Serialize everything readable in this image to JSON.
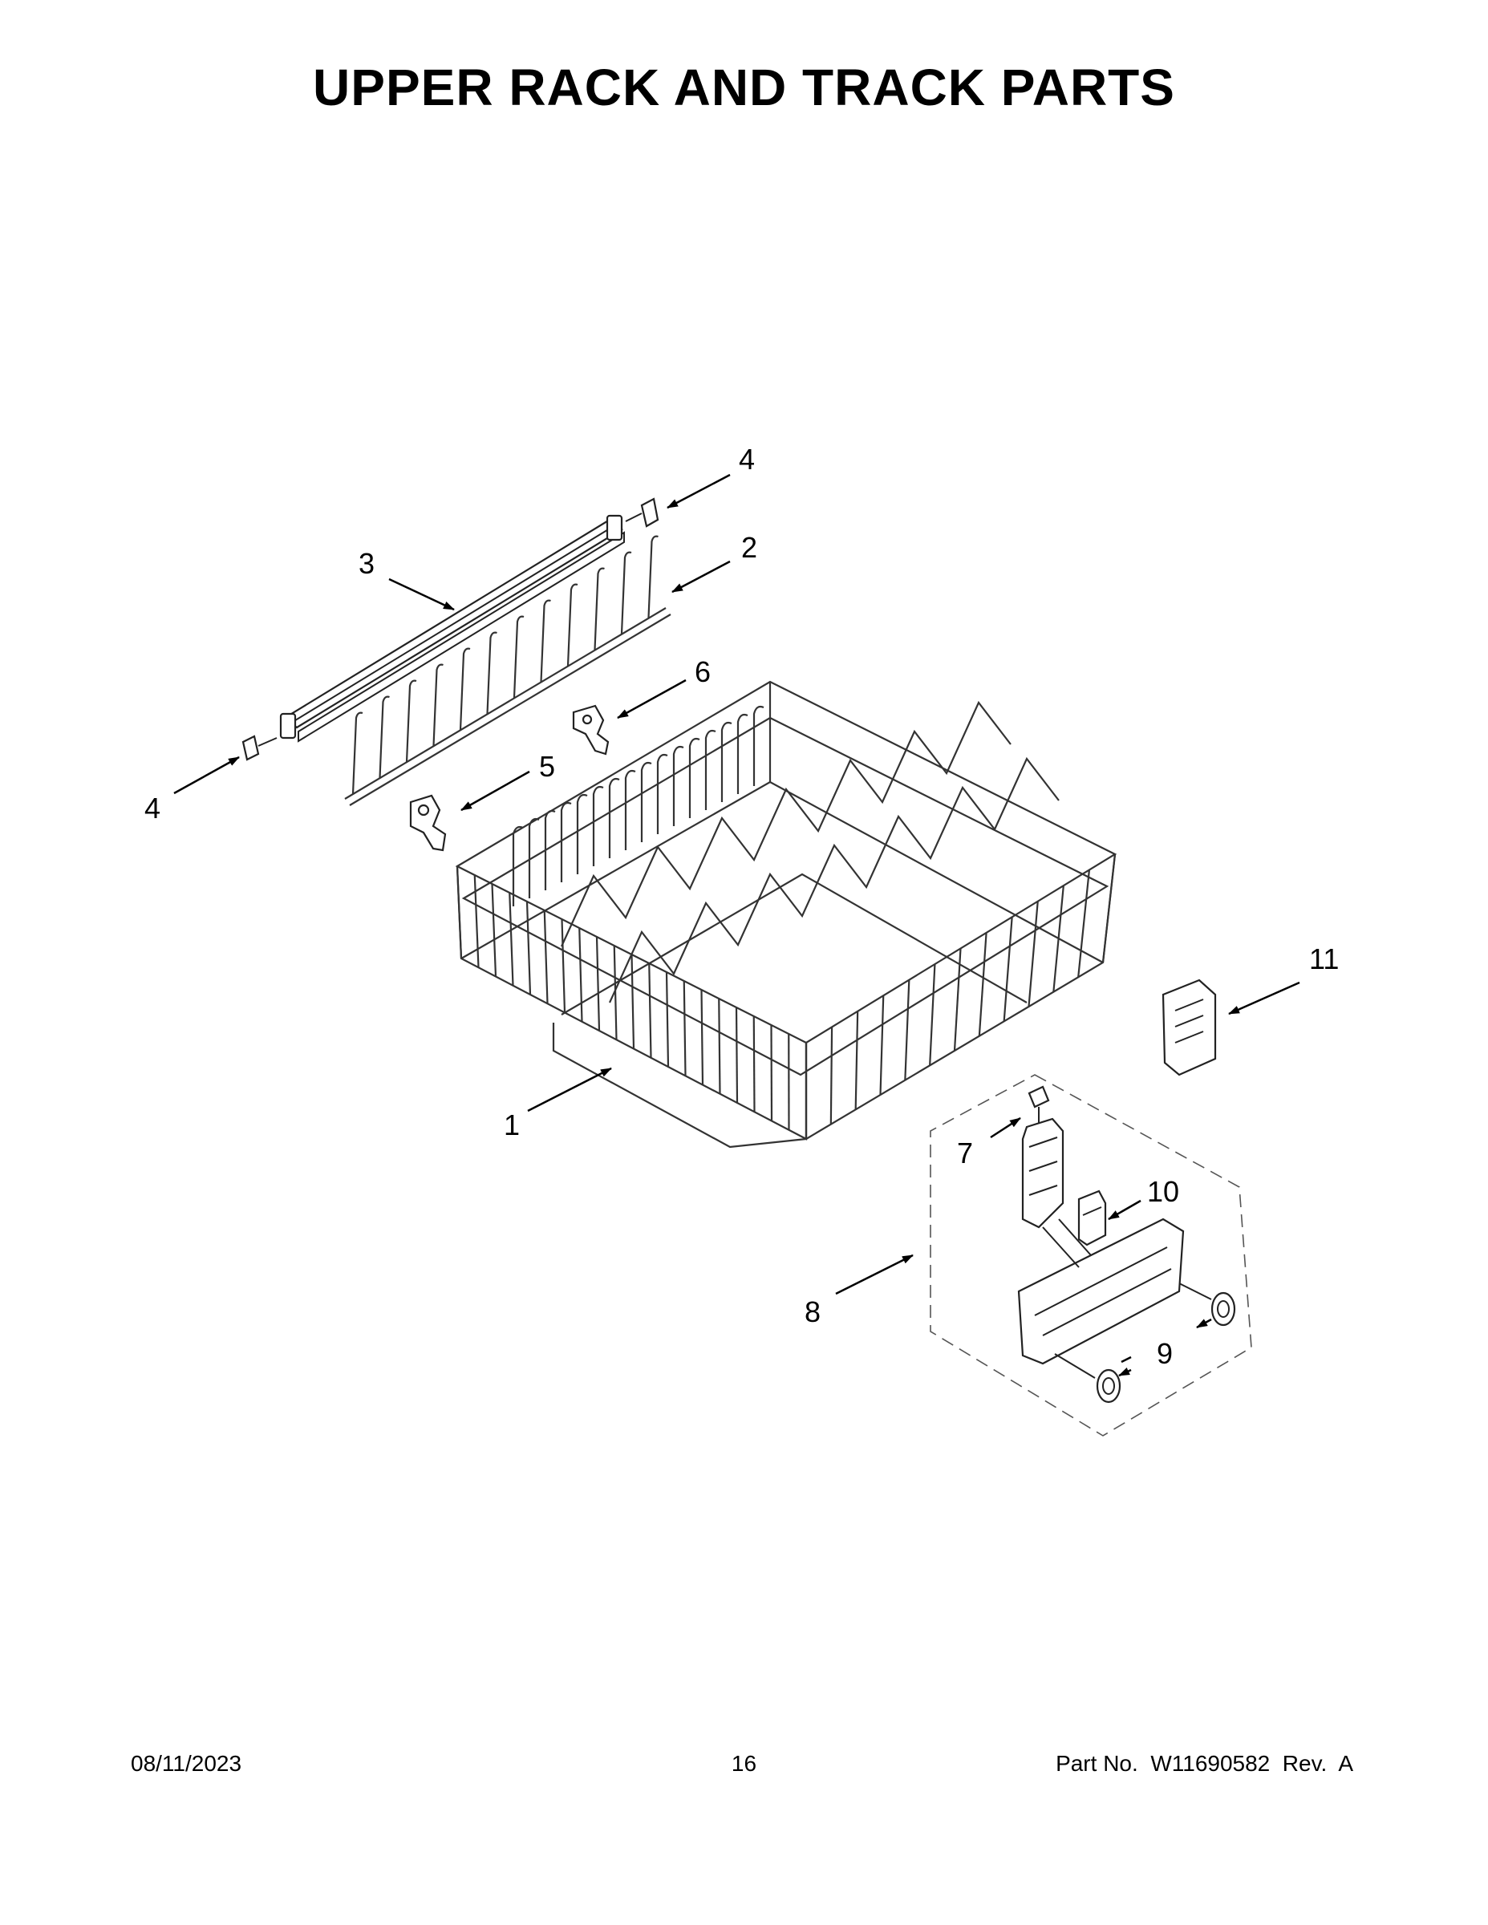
{
  "page": {
    "title": "UPPER RACK AND TRACK PARTS",
    "footer": {
      "date": "08/11/2023",
      "page_number": "16",
      "part_number": "Part No.  W11690582  Rev.  A"
    }
  },
  "callouts": [
    "1",
    "2",
    "3",
    "4",
    "4",
    "5",
    "6",
    "7",
    "8",
    "9",
    "10",
    "11"
  ],
  "colors": {
    "line": "#222222",
    "background": "#ffffff"
  }
}
